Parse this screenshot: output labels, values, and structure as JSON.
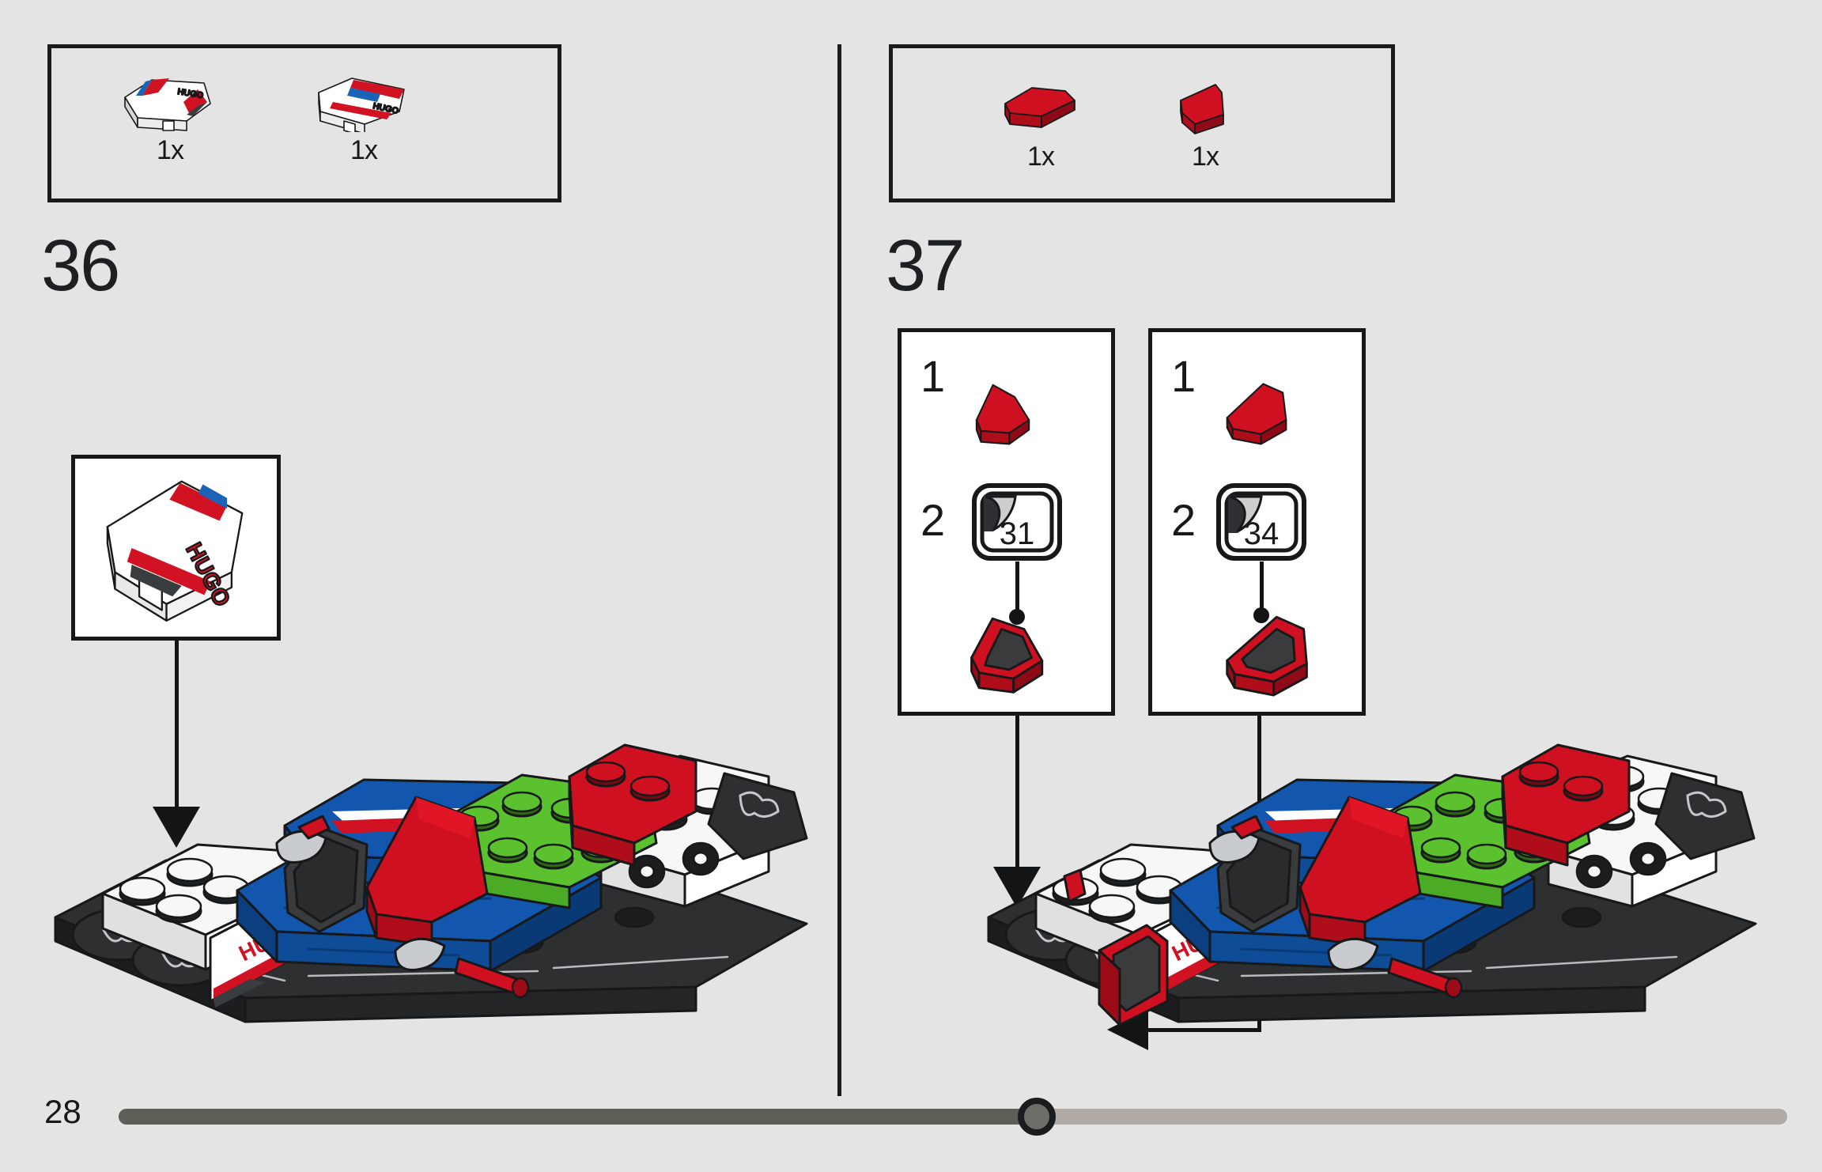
{
  "document": {
    "type": "lego-building-instructions",
    "page_number": "28",
    "background_color": "#e4e4e4",
    "ink_color": "#16181a"
  },
  "progress": {
    "percent": 55,
    "track_color": "#b0aaa6",
    "fill_color": "#5e5e59",
    "knob_color": "#6e6e69"
  },
  "steps": [
    {
      "number": "36",
      "parts_bin": {
        "items": [
          {
            "count": "1x",
            "part": "curved-slope-2x2-hugo-print-left",
            "colors": {
              "body": "#ffffff",
              "stripe": "#d01223",
              "accent": "#1b63b5"
            }
          },
          {
            "count": "1x",
            "part": "curved-slope-2x2-hugo-print-right",
            "colors": {
              "body": "#ffffff",
              "stripe": "#d01223",
              "accent": "#1b63b5"
            }
          }
        ]
      },
      "callout": {
        "name": "hugo-slope-detail",
        "part_label": "HUGO",
        "colors": {
          "body": "#ffffff",
          "stripe": "#d01223",
          "accent": "#1b63b5",
          "shadow": "#3a3d40"
        }
      },
      "assembly_label": "HUGO"
    },
    {
      "number": "37",
      "parts_bin": {
        "items": [
          {
            "count": "1x",
            "part": "wedge-slope-1x2-red-left",
            "colors": {
              "body": "#cf1020"
            }
          },
          {
            "count": "1x",
            "part": "wedge-slope-1x2-red-right",
            "colors": {
              "body": "#cf1020"
            }
          }
        ]
      },
      "substeps": [
        {
          "panel": "substep-panel-1",
          "rows": [
            {
              "label": "1",
              "kind": "part",
              "part": "wedge-slope-red",
              "color": "#cf1020"
            },
            {
              "label": "2",
              "kind": "sticker",
              "sticker_number": "31",
              "applied_to": "wedge-slope-red"
            }
          ]
        },
        {
          "panel": "substep-panel-2",
          "rows": [
            {
              "label": "1",
              "kind": "part",
              "part": "wedge-slope-red-mirrored",
              "color": "#cf1020"
            },
            {
              "label": "2",
              "kind": "sticker",
              "sticker_number": "34",
              "applied_to": "wedge-slope-red-mirrored"
            }
          ]
        }
      ],
      "assembly_label": "HUGO"
    }
  ],
  "model_palette": {
    "blue": "#1257ad",
    "blue_dark": "#0c3f80",
    "red": "#cf1020",
    "red_dark": "#9c0c18",
    "green": "#5cc12e",
    "green_dark": "#3f9a1c",
    "white": "#f7f7f7",
    "white_dark": "#d8d8d8",
    "black": "#2e2f31",
    "black_dark": "#1c1d1f",
    "gray": "#8e9195",
    "outline": "#16181a"
  }
}
